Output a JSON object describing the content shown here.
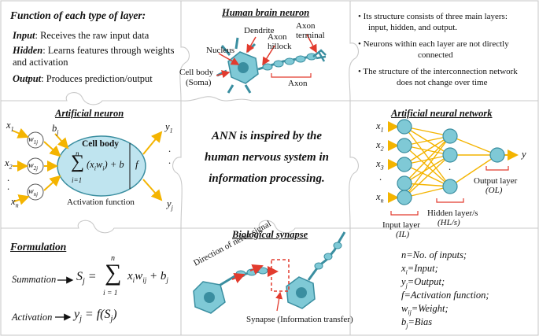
{
  "colors": {
    "accent": "#f4b400",
    "cell": "#7fc9d6",
    "cellDark": "#3a8ea0",
    "red": "#e23b2e",
    "bubble": "#bfe4ef"
  },
  "types": {
    "heading": "Function of each type of layer:",
    "input_key": "Input",
    "input_text": ": Receives the raw input data",
    "hidden_key": "Hidden",
    "hidden_text1": ": Learns features through weights",
    "hidden_text2": "and activation",
    "output_key": "Output",
    "output_text": ": Produces prediction/output"
  },
  "brain": {
    "title": "Human brain neuron",
    "dendrite": "Dendrite",
    "nucleus": "Nucleus",
    "axon_hillock": "Axon hillock",
    "axon_terminal": "Axon terminal",
    "cell_body": "Cell body",
    "soma": "(Soma)",
    "axon": "Axon"
  },
  "notes": {
    "b1a": "Its structure consists of three main layers:",
    "b1b": "input, hidden, and output.",
    "b2a": "Neurons within each layer are not directly",
    "b2b": "connected",
    "b3a": "The  structure of the interconnection network",
    "b3b": "does not change over time"
  },
  "artificial": {
    "title": "Artificial neuron",
    "inputs": [
      "x",
      "x",
      ".",
      ".",
      "x"
    ],
    "input_subs": [
      "1",
      "2",
      "",
      "",
      "n"
    ],
    "weights": [
      "w",
      "w",
      "w"
    ],
    "weight_subs": [
      "1j",
      "2j",
      "nj"
    ],
    "bias": "b",
    "bias_sub": "j",
    "cell_body": "Cell body",
    "sum_top": "n",
    "sum_bottom": "i=1",
    "sum_expr": "(x",
    "sum_i": "i",
    "sum_w": "w",
    "sum_tail": ") + b",
    "f": "f",
    "activation": "Activation function",
    "outputs": [
      "y",
      ".",
      ".",
      "y"
    ],
    "output_subs": [
      "1",
      "",
      "",
      "j"
    ]
  },
  "center": {
    "l1": "ANN is inspired by the",
    "l2": "human nervous system in",
    "l3": "information processing."
  },
  "network": {
    "title": "Artificial neural network",
    "inputs": [
      "x",
      "x",
      "x",
      ".",
      "x"
    ],
    "input_subs": [
      "1",
      "2",
      "3",
      "",
      "n"
    ],
    "y": "y",
    "output_layer": "Output layer",
    "ol": "(OL)",
    "hidden_layer": "Hidden layer/s",
    "hl": "(HL/s)",
    "input_layer": "Input layer",
    "il": "(IL)"
  },
  "formulation": {
    "title": "Formulation",
    "summation_label": "Summation",
    "sj": "S",
    "sj_sub": "j",
    "sum_top": "n",
    "sum_bottom": "i = 1",
    "term": "x",
    "term_i": "i",
    "term_w": "w",
    "term_wsub": "ij",
    "plus_b": "+ b",
    "plus_b_sub": "j",
    "activation_label": "Activation",
    "yj": "y",
    "yj_sub": "j",
    "fs": "= f(S",
    "fs_sub": "j",
    "fs_close": ")"
  },
  "synapse": {
    "title": "Biological synapse",
    "direction": "Direction of nerve signal",
    "label": "Synapse (Information transfer)"
  },
  "legend": {
    "n": "n=No. of inputs;",
    "x": "x",
    "x_sub": "i",
    "x_txt": "=Input;",
    "y": "y",
    "y_sub": "j",
    "y_txt": "=Output;",
    "f": "f=Activation function;",
    "w": "w",
    "w_sub": "ij",
    "w_txt": "=Weight;",
    "b": "b",
    "b_sub": "j",
    "b_txt": "=Bias"
  }
}
